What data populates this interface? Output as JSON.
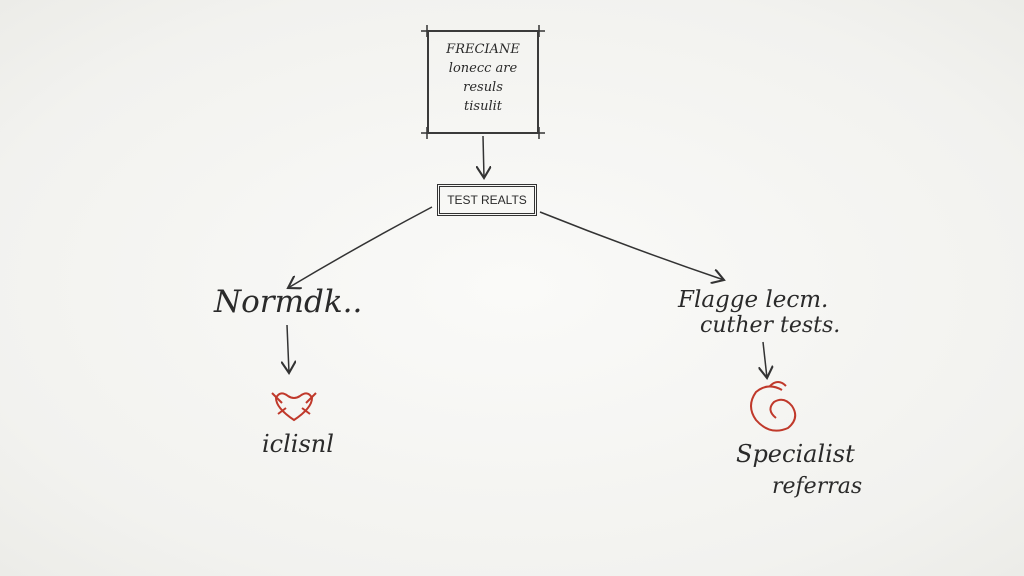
{
  "diagram": {
    "top_box": {
      "lines": [
        "FRECIANE",
        "lonecc are",
        "resuls",
        "tisulit"
      ]
    },
    "middle_box": {
      "label": "TEST REALTS"
    },
    "left_branch": {
      "label": "Normdk..",
      "result_label": "iclisnl",
      "icon": "heart-icon"
    },
    "right_branch": {
      "line1": "Flagge lecm.",
      "line2": "cuther tests.",
      "result_label_1": "Specialist",
      "result_label_2": "referras",
      "icon": "swirl-icon"
    },
    "colors": {
      "ink": "#2a2a2a",
      "red_ink": "#c0392b"
    }
  }
}
